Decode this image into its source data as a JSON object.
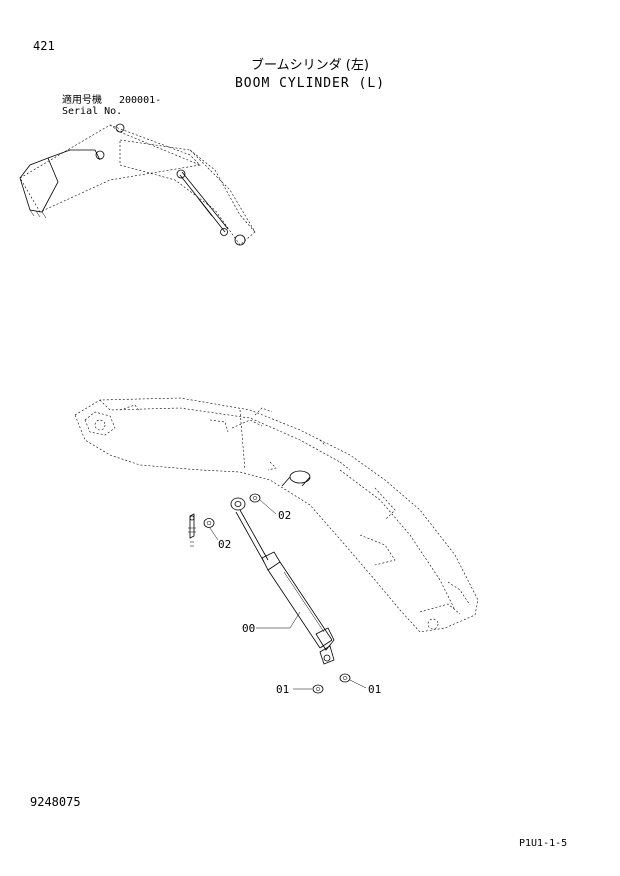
{
  "header": {
    "page_number": "421",
    "title_jp": "ブームシリンダ (左)",
    "title_en": "BOOM CYLINDER (L)"
  },
  "serial": {
    "label_jp": "適用号機",
    "value": "200001-",
    "label_en": "Serial No."
  },
  "callouts": {
    "c00": "00",
    "c01_left": "01",
    "c01_right": "01",
    "c02_left": "02",
    "c02_right": "02"
  },
  "footer": {
    "doc_number": "9248075",
    "page_code": "P1U1-1-5"
  }
}
